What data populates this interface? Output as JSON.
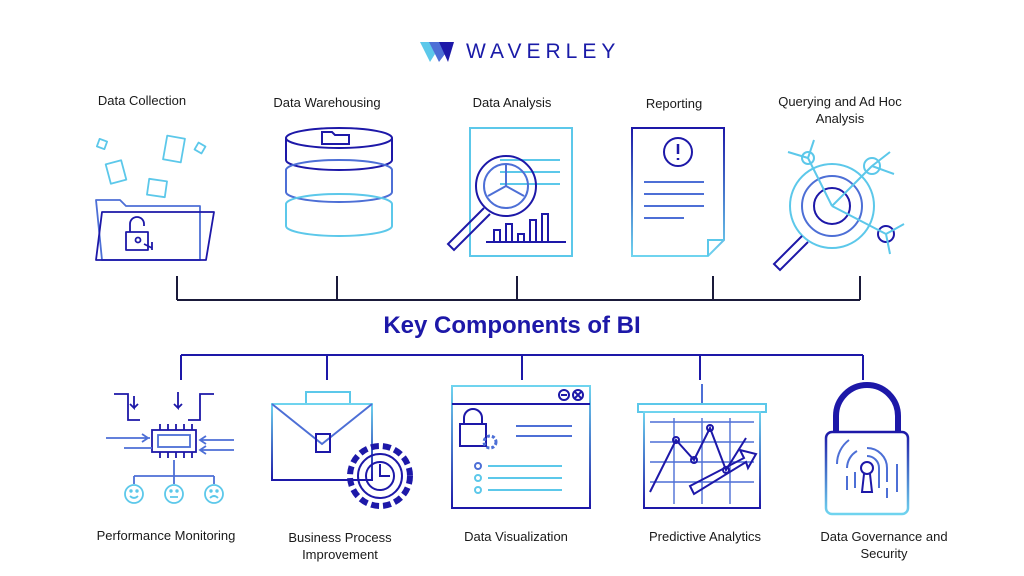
{
  "brand": {
    "name": "WAVERLEY"
  },
  "title": "Key Components of BI",
  "top_components": [
    {
      "label": "Data Collection",
      "icon": "folder-icon"
    },
    {
      "label": "Data Warehousing",
      "icon": "database-icon"
    },
    {
      "label": "Data Analysis",
      "icon": "magnifier-chart-icon"
    },
    {
      "label": "Reporting",
      "icon": "report-document-icon"
    },
    {
      "label": "Querying and Ad Hoc Analysis",
      "icon": "query-magnifier-icon"
    }
  ],
  "bottom_components": [
    {
      "label": "Performance Monitoring",
      "icon": "chip-monitor-icon"
    },
    {
      "label": "Business Process Improvement",
      "icon": "briefcase-gear-icon"
    },
    {
      "label": "Data Visualization",
      "icon": "window-chart-icon"
    },
    {
      "label": "Predictive Analytics",
      "icon": "trend-board-icon"
    },
    {
      "label": "Data Governance and Security",
      "icon": "padlock-fingerprint-icon"
    }
  ],
  "colors": {
    "dark": "#1d18a8",
    "mid": "#4d6fd6",
    "light": "#5cc8ea"
  }
}
